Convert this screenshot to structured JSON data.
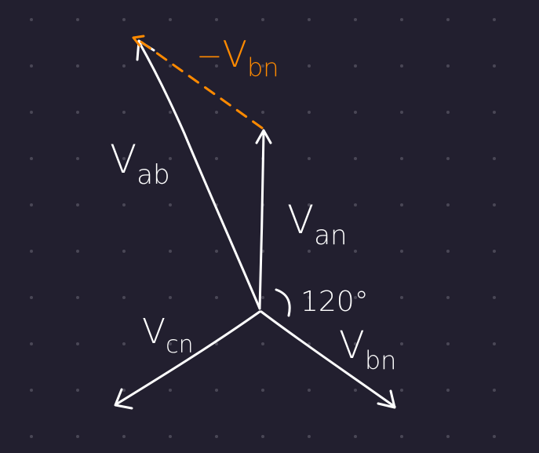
{
  "colors": {
    "background": "#221f2f",
    "grid_dot": "#4a4756",
    "ink": "#ffffff",
    "accent": "#ff8a00"
  },
  "labels": {
    "v_ab": {
      "main": "V",
      "sub": "ab"
    },
    "v_an": {
      "main": "V",
      "sub": "an"
    },
    "v_bn": {
      "main": "V",
      "sub": "bn"
    },
    "v_cn": {
      "main": "V",
      "sub": "cn"
    },
    "neg_v_bn": {
      "prefix": "−",
      "main": "V",
      "sub": "bn"
    },
    "angle": "120°"
  }
}
